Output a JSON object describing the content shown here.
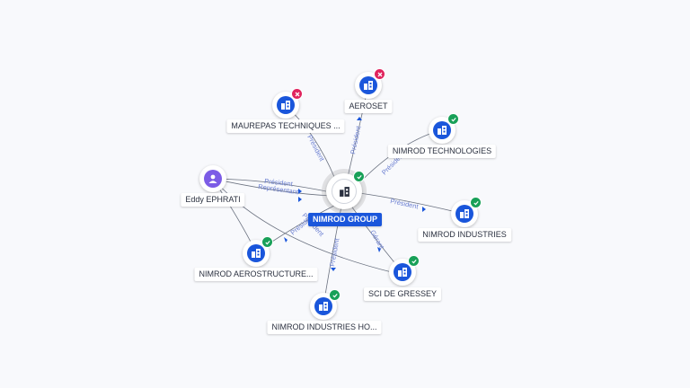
{
  "center": {
    "name": "NIMROD GROUP"
  },
  "nodes": [
    {
      "id": "maurepas",
      "name": "MAUREPAS TECHNIQUES ...",
      "status": "closed",
      "relation": "Président"
    },
    {
      "id": "aeroset",
      "name": "AEROSET",
      "status": "closed",
      "relation": "Président"
    },
    {
      "id": "technologies",
      "name": "NIMROD TECHNOLOGIES",
      "status": "active",
      "relation": "Président"
    },
    {
      "id": "industries",
      "name": "NIMROD INDUSTRIES",
      "status": "active",
      "relation": "Président"
    },
    {
      "id": "gressey",
      "name": "SCI DE GRESSEY",
      "status": "active",
      "relation": "Gérant"
    },
    {
      "id": "holding",
      "name": "NIMROD INDUSTRIES HO...",
      "status": "active",
      "relation": "Président"
    },
    {
      "id": "aerostructure",
      "name": "NIMROD AEROSTRUCTURE...",
      "status": "active",
      "relation": "Président"
    }
  ],
  "person": {
    "name": "Eddy EPHRATI",
    "relations": [
      "Président",
      "Représentant"
    ]
  }
}
